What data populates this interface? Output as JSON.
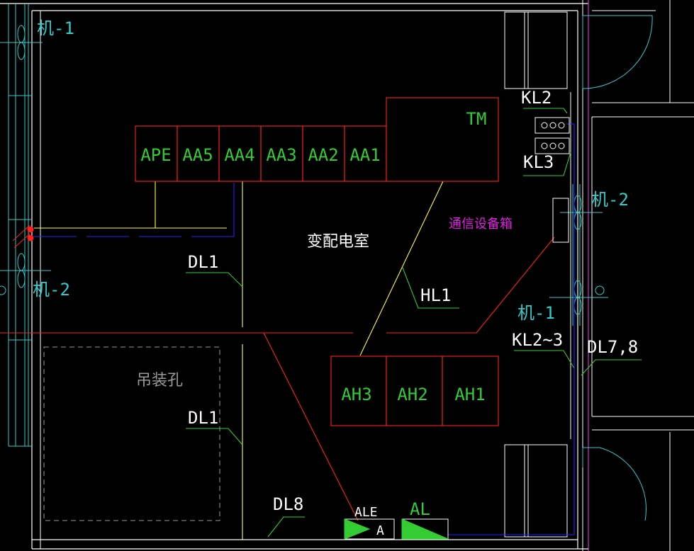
{
  "room": {
    "name": "变配电室",
    "comm_box": "通信设备箱",
    "hoist_hole": "吊装孔"
  },
  "panels_top": [
    "APE",
    "AA5",
    "AA4",
    "AA3",
    "AA2",
    "AA1"
  ],
  "transformer": "TM",
  "panels_bottom": [
    "AH3",
    "AH2",
    "AH1"
  ],
  "fans": {
    "fan1_top": "机-1",
    "fan2_left": "机-2",
    "fan2_right": "机-2",
    "fan1_right": "机-1"
  },
  "cables": {
    "dl1_upper": "DL1",
    "dl1_lower": "DL1",
    "dl8": "DL8",
    "hl1": "HL1",
    "kl2": "KL2",
    "kl3": "KL3",
    "kl2_3": "KL2~3",
    "dl78": "DL7,8"
  },
  "lighting": {
    "ale_label": "ALE",
    "ale_box": "A",
    "al_label": "AL"
  },
  "colors": {
    "background": "#000000",
    "wall": "#ffffff",
    "panel_outline": "#ff2020",
    "panel_text": "#33cc33",
    "cyan": "#33cccc",
    "yellow": "#ffff44",
    "blue": "#2222ff",
    "magenta": "#e020e0"
  }
}
